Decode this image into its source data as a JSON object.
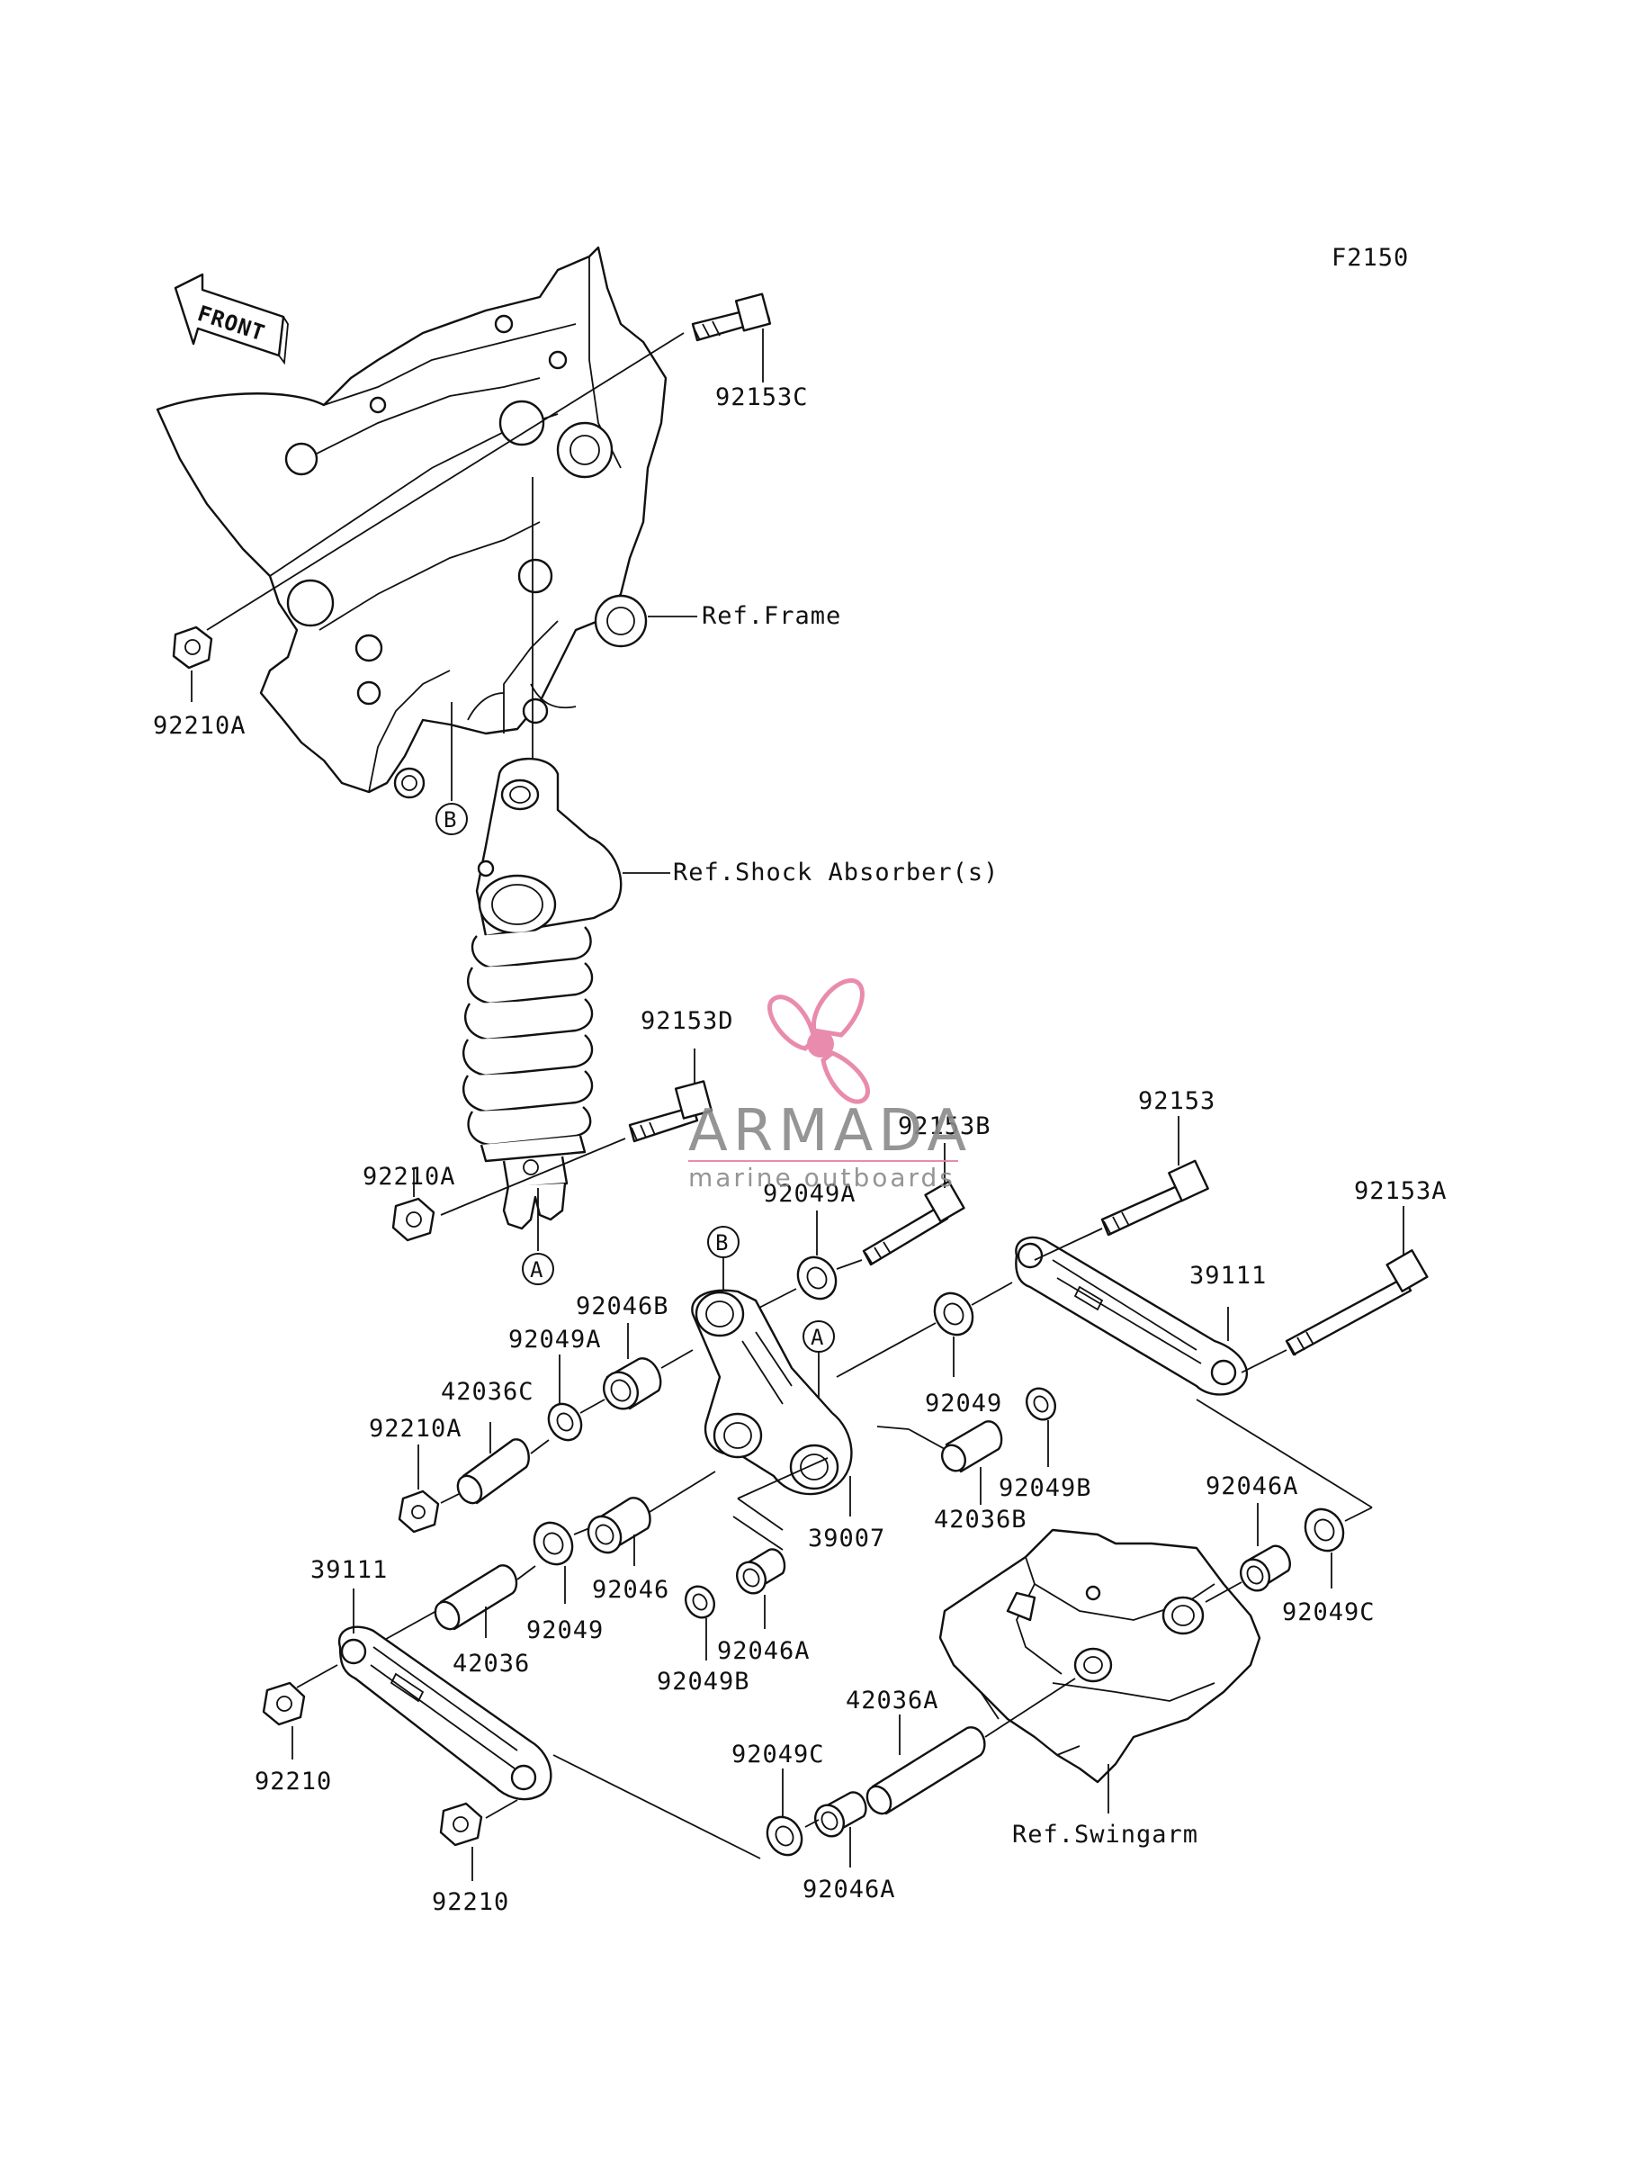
{
  "figure_code": "F2150",
  "front_label": "FRONT",
  "refs": {
    "frame": "Ref.Frame",
    "shock": "Ref.Shock Absorber(s)",
    "swingarm": "Ref.Swingarm"
  },
  "circle_refs": {
    "a": "A",
    "b": "B"
  },
  "parts": {
    "p92153C": "92153C",
    "p92210A_top": "92210A",
    "p92153D": "92153D",
    "p92210A_mid": "92210A",
    "p92153B": "92153B",
    "p92049A_a": "92049A",
    "p92153": "92153",
    "p92153A": "92153A",
    "p39111_right": "39111",
    "p92046B": "92046B",
    "p92049A_b": "92049A",
    "p42036C": "42036C",
    "p92210A_low": "92210A",
    "p92049_right": "92049",
    "p92049B_right": "92049B",
    "p42036B": "42036B",
    "p39007": "39007",
    "p92046A_right": "92046A",
    "p92049C_right": "92049C",
    "p39111_left": "39111",
    "p92046": "92046",
    "p42036": "42036",
    "p92049_left": "92049",
    "p92046A_mid": "92046A",
    "p92049B_mid": "92049B",
    "p92210_a": "92210",
    "p42036A": "42036A",
    "p92049C_low": "92049C",
    "p92046A_low": "92046A",
    "p92210_b": "92210"
  },
  "watermark": {
    "name": "ARMADA",
    "tagline": "marine outboards",
    "accent_color": "#e77fa5",
    "text_color": "#8a8a8a"
  }
}
